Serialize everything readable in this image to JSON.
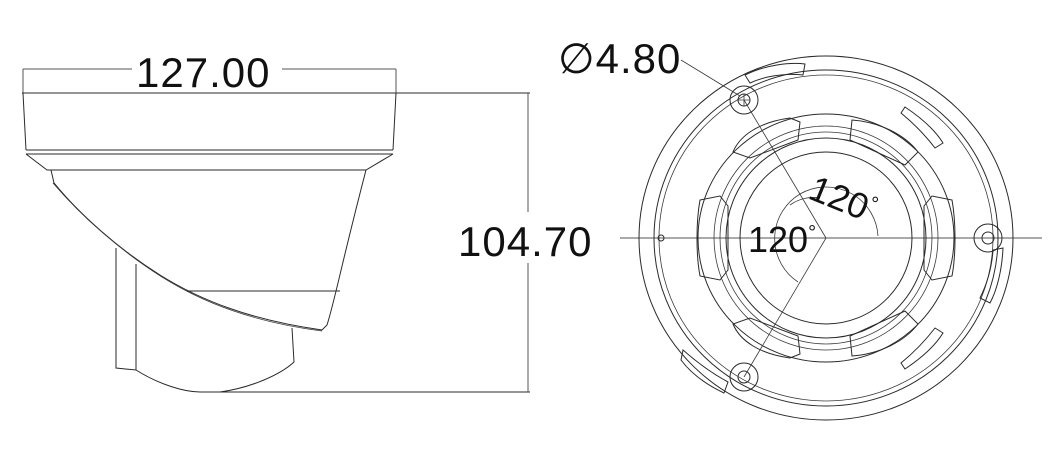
{
  "drawing": {
    "subject": "dome camera dimensional drawing",
    "views": [
      "side-view",
      "bottom-view"
    ],
    "colors": {
      "line": "#2a2a2a",
      "text": "#111111",
      "background": "#ffffff",
      "leader_tip": "#2050c0"
    }
  },
  "side_view": {
    "width_dimension": "127.00",
    "height_dimension": "104.70"
  },
  "bottom_view": {
    "hole_diameter": "∅4.80",
    "angle_label_1": "120",
    "angle_label_2": "120",
    "degree_symbol": "°"
  }
}
